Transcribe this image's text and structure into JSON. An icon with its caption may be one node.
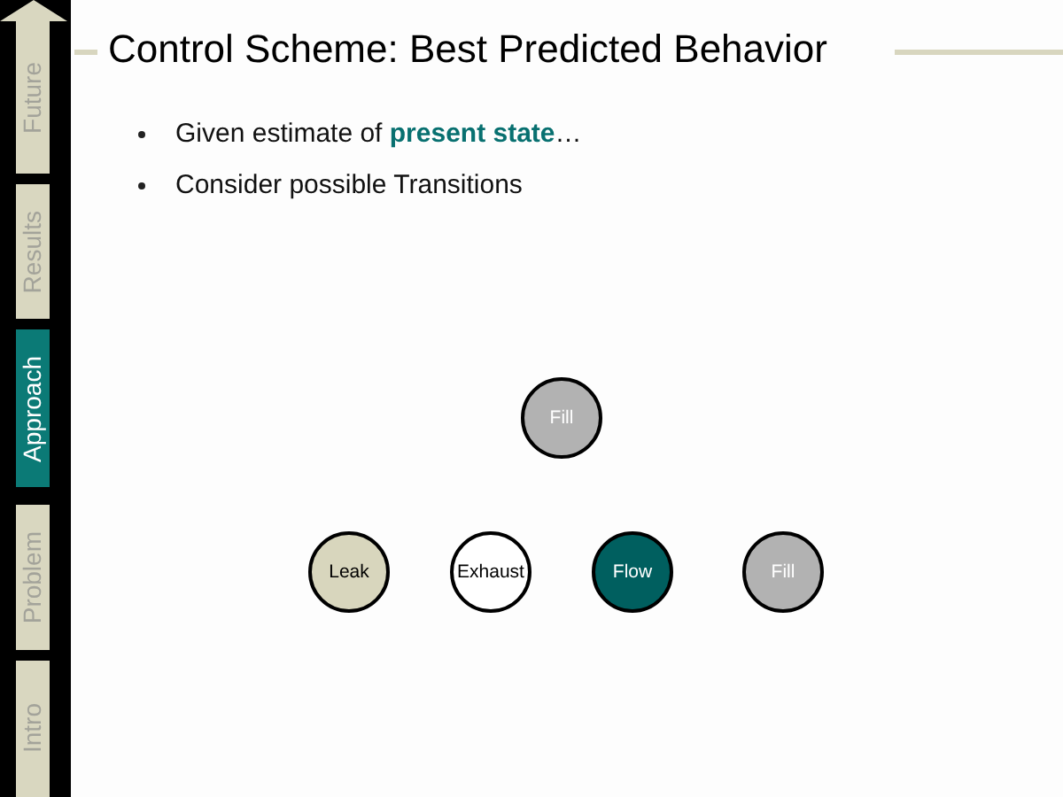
{
  "diagram": {
    "title": "Control Scheme: Best Predicted Behavior",
    "nodes": [
      {
        "text": [
          "Future"
        ]
      },
      {
        "text": [
          "Results"
        ]
      },
      {
        "text": [
          "Approach"
        ]
      },
      {
        "text": [
          "Problem"
        ]
      },
      {
        "text": [
          "Intro"
        ]
      },
      {
        "text": [
          "Fill"
        ]
      },
      {
        "text": [
          "Leak"
        ]
      },
      {
        "text": [
          "Exhaust"
        ]
      },
      {
        "text": [
          "Flow"
        ]
      },
      {
        "text": [
          "Fill"
        ]
      }
    ],
    "labels": [
      "Given estimate of **present state**…",
      "Consider possible Transitions"
    ]
  }
}
